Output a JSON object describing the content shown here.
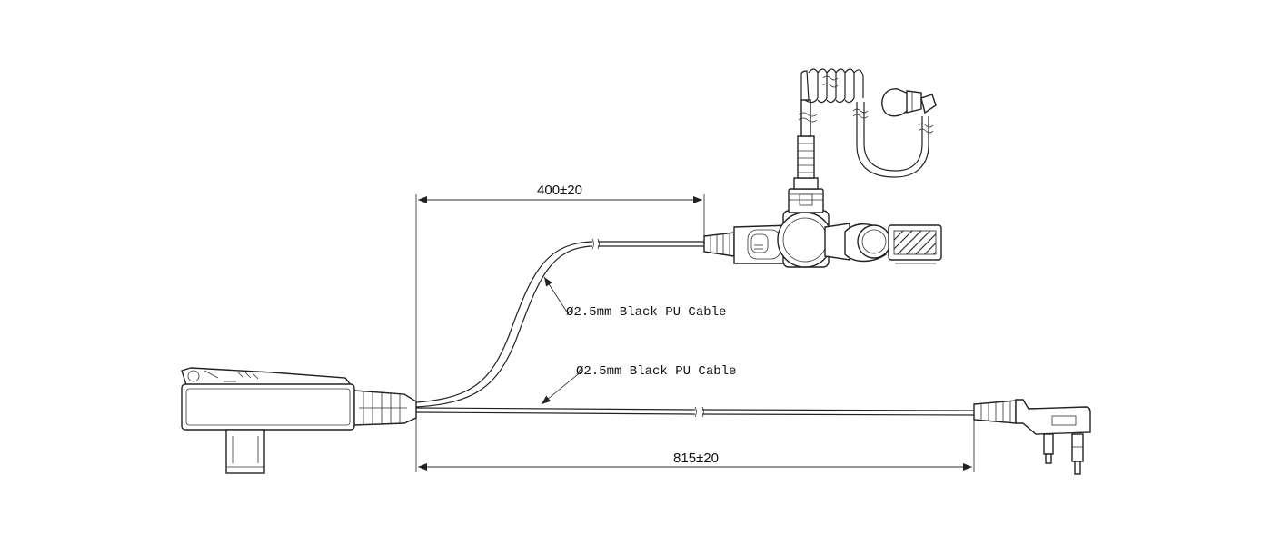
{
  "dimensions": {
    "upper_length": "400±20",
    "lower_length": "815±20"
  },
  "callouts": {
    "upper_cable": "Ø2.5mm Black PU Cable",
    "lower_cable": "Ø2.5mm Black PU Cable"
  },
  "colors": {
    "line": "#222222",
    "background": "#ffffff"
  }
}
